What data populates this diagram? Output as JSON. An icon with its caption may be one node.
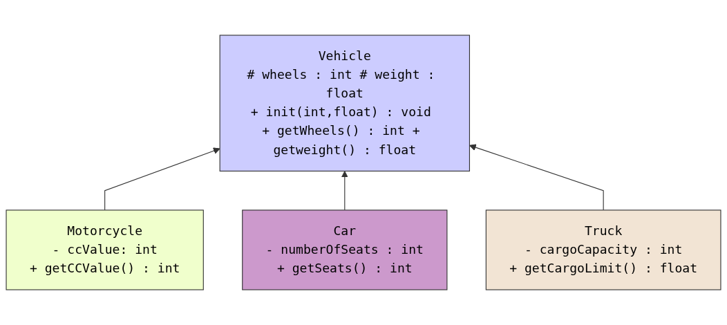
{
  "diagram": {
    "nodes": [
      {
        "text": [
          "Vehicle",
          "# wheels : int # weight : float",
          "+ init(int,float) : void + getWheels() : int + getweight() : float"
        ]
      },
      {
        "text": [
          "Motorcycle",
          "- ccValue: int",
          "+ getCCValue() : int"
        ]
      },
      {
        "text": [
          "Car",
          "- numberOfSeats : int",
          "+ getSeats() : int"
        ]
      },
      {
        "text": [
          "Truck",
          "- cargoCapacity : int",
          "+ getCargoLimit() : float"
        ]
      }
    ],
    "edges": [
      {
        "from": 1,
        "to": 0,
        "arrow": "to"
      },
      {
        "from": 2,
        "to": 0,
        "arrow": "to"
      },
      {
        "from": 3,
        "to": 0,
        "arrow": "to"
      }
    ]
  }
}
